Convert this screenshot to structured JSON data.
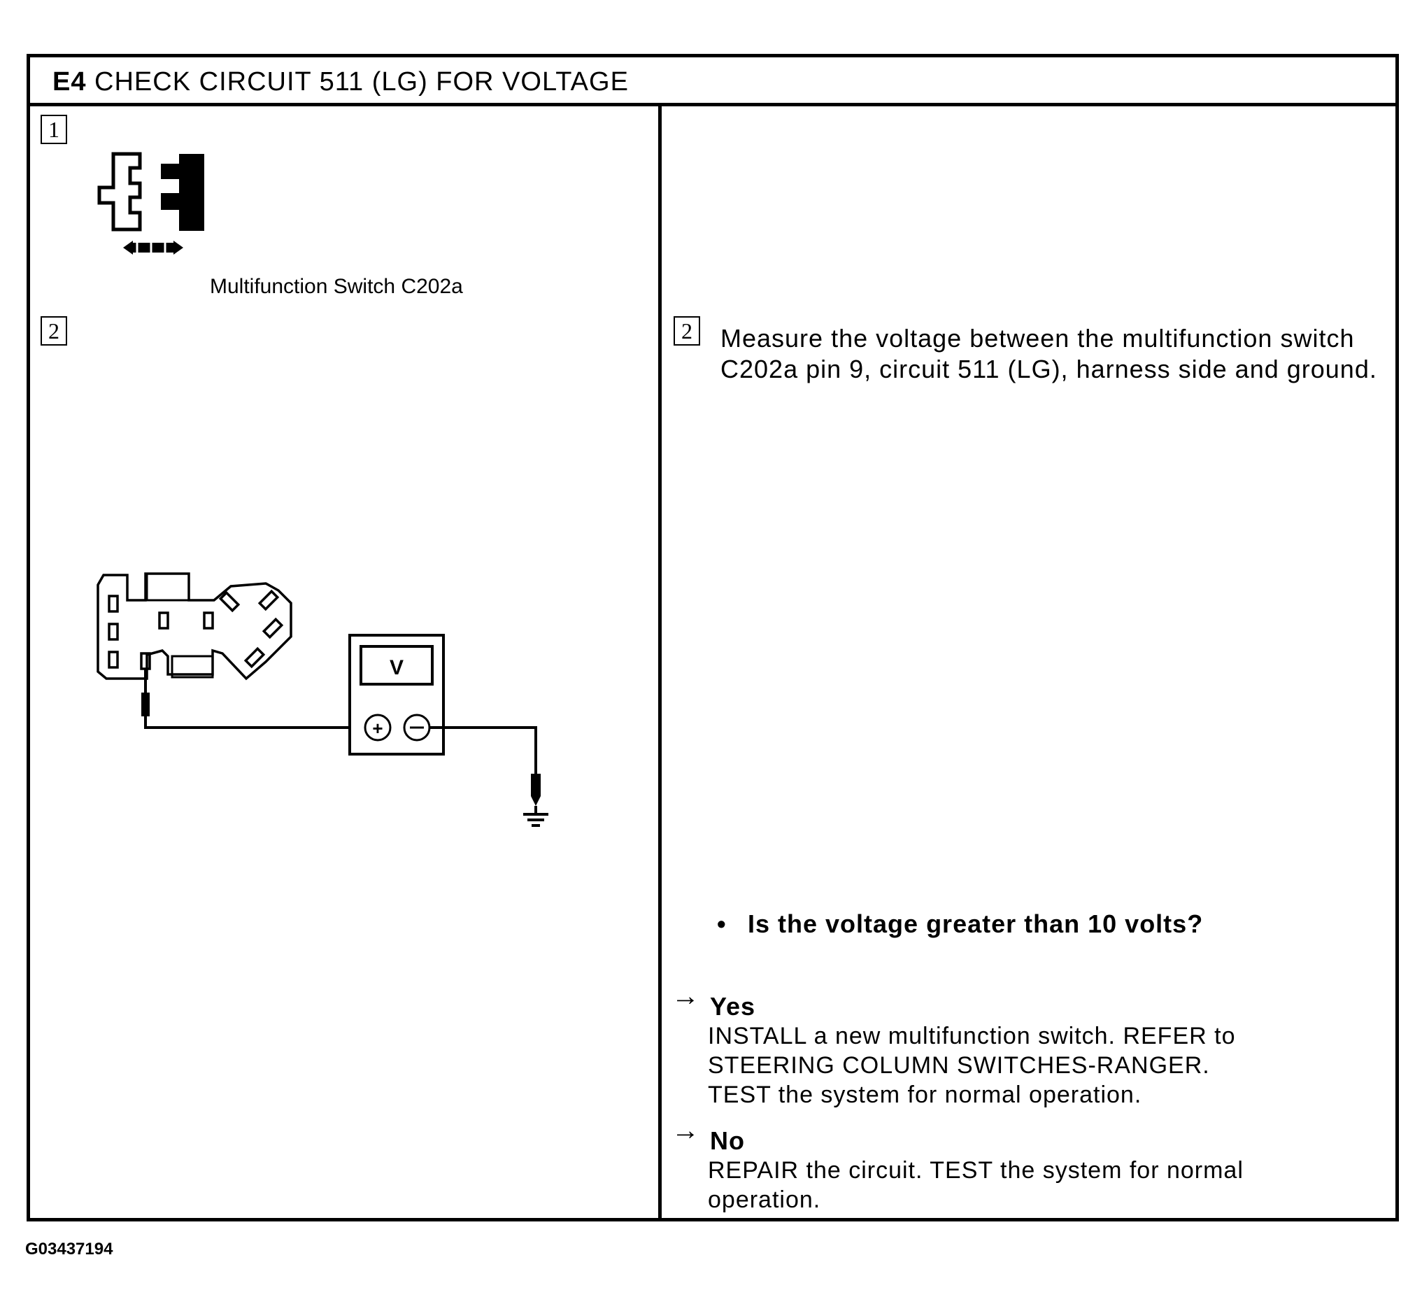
{
  "title": {
    "code": "E4",
    "text": "CHECK CIRCUIT 511 (LG) FOR VOLTAGE"
  },
  "steps": {
    "step1_number": "1",
    "step2_number": "2",
    "step2_right_number": "2"
  },
  "left": {
    "caption": "Multifunction Switch C202a",
    "meter_label": "V"
  },
  "right": {
    "instruction": "Measure the voltage between the multifunction switch C202a pin 9, circuit 511 (LG), harness side and ground.",
    "question": "Is the voltage greater than 10 volts?",
    "yes": {
      "label": "Yes",
      "lines": [
        "INSTALL a new multifunction switch. REFER to",
        "STEERING COLUMN SWITCHES-RANGER.",
        "TEST the system for normal operation."
      ]
    },
    "no": {
      "label": "No",
      "lines": [
        "REPAIR the circuit. TEST the system for normal",
        "operation."
      ]
    }
  },
  "figure_id": "G03437194"
}
